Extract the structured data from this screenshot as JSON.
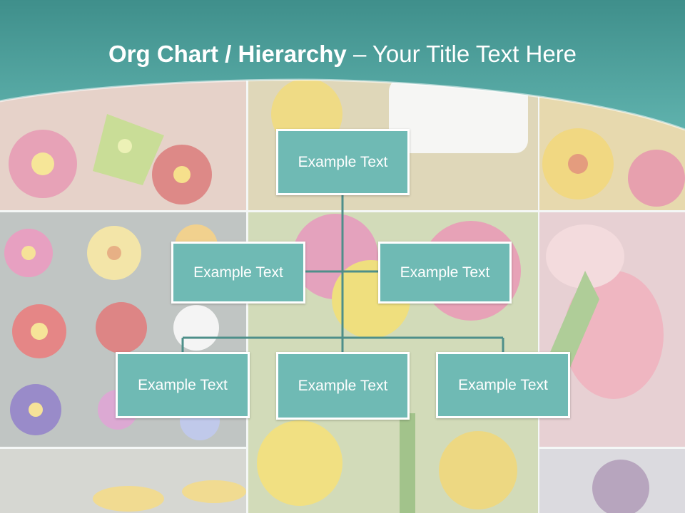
{
  "title": {
    "bold": "Org Chart / Hierarchy",
    "dash": " – ",
    "rest": "Your Title Text Here"
  },
  "nodes": {
    "root": "Example Text",
    "assistant_left": "Example Text",
    "assistant_right": "Example Text",
    "child_left": "Example Text",
    "child_middle": "Example Text",
    "child_right": "Example Text"
  },
  "colors": {
    "header_teal": "#4e9f9a",
    "node_fill": "#6fbab4",
    "node_border": "#ffffff",
    "connector": "#4e8f8a",
    "title_text": "#ffffff"
  }
}
